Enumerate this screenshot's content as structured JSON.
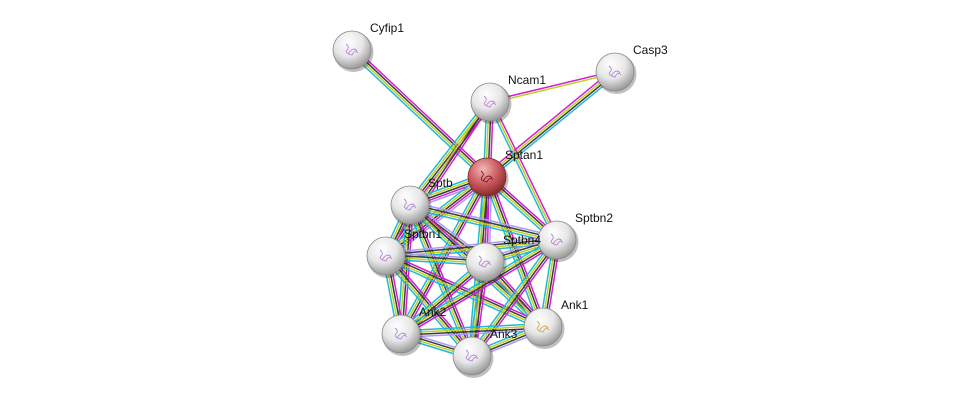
{
  "network": {
    "query_node": "Sptan1",
    "evidence_colors": {
      "cyan": "#22b8d8",
      "magenta": "#d21ed2",
      "black": "#3c3c3c",
      "yellow": "#bdd21e",
      "lavender": "#a99cf2"
    },
    "node_colors": {
      "default": "#e8e8e8",
      "query": "#c9545a"
    },
    "nodes": [
      {
        "name": "Cyfip1"
      },
      {
        "name": "Casp3"
      },
      {
        "name": "Ncam1"
      },
      {
        "name": "Sptan1"
      },
      {
        "name": "Sptb"
      },
      {
        "name": "Sptbn2"
      },
      {
        "name": "Sptbn1"
      },
      {
        "name": "Sptbn4"
      },
      {
        "name": "Ank1"
      },
      {
        "name": "Ank2"
      },
      {
        "name": "Ank3"
      }
    ],
    "edges": [
      {
        "a": "Cyfip1",
        "b": "Sptan1",
        "ev": [
          "magenta",
          "black",
          "yellow",
          "cyan"
        ]
      },
      {
        "a": "Casp3",
        "b": "Ncam1",
        "ev": [
          "yellow",
          "magenta"
        ]
      },
      {
        "a": "Casp3",
        "b": "Sptan1",
        "ev": [
          "cyan",
          "black",
          "yellow",
          "magenta"
        ]
      },
      {
        "a": "Ncam1",
        "b": "Sptan1",
        "ev": [
          "magenta",
          "black",
          "yellow",
          "cyan"
        ]
      },
      {
        "a": "Ncam1",
        "b": "Sptb",
        "ev": [
          "magenta",
          "black",
          "yellow",
          "cyan"
        ]
      },
      {
        "a": "Ncam1",
        "b": "Sptbn1",
        "ev": [
          "magenta",
          "black",
          "yellow"
        ]
      },
      {
        "a": "Ncam1",
        "b": "Sptbn2",
        "ev": [
          "magenta",
          "yellow",
          "cyan"
        ]
      },
      {
        "a": "Sptan1",
        "b": "Sptb",
        "ev": [
          "lavender",
          "magenta",
          "black",
          "yellow",
          "cyan"
        ]
      },
      {
        "a": "Sptan1",
        "b": "Sptbn1",
        "ev": [
          "lavender",
          "magenta",
          "black",
          "yellow",
          "cyan"
        ]
      },
      {
        "a": "Sptan1",
        "b": "Sptbn2",
        "ev": [
          "magenta",
          "black",
          "yellow",
          "cyan"
        ]
      },
      {
        "a": "Sptan1",
        "b": "Sptbn4",
        "ev": [
          "lavender",
          "magenta",
          "black",
          "yellow",
          "cyan"
        ]
      },
      {
        "a": "Sptan1",
        "b": "Ank1",
        "ev": [
          "magenta",
          "black",
          "yellow",
          "cyan"
        ]
      },
      {
        "a": "Sptan1",
        "b": "Ank2",
        "ev": [
          "magenta",
          "black",
          "yellow",
          "cyan"
        ]
      },
      {
        "a": "Sptan1",
        "b": "Ank3",
        "ev": [
          "magenta",
          "black",
          "yellow",
          "cyan"
        ]
      },
      {
        "a": "Sptb",
        "b": "Sptbn1",
        "ev": [
          "magenta",
          "black",
          "yellow",
          "cyan"
        ]
      },
      {
        "a": "Sptb",
        "b": "Sptbn2",
        "ev": [
          "lavender",
          "black",
          "yellow",
          "cyan"
        ]
      },
      {
        "a": "Sptb",
        "b": "Sptbn4",
        "ev": [
          "lavender",
          "black",
          "yellow",
          "cyan"
        ]
      },
      {
        "a": "Sptb",
        "b": "Ank1",
        "ev": [
          "magenta",
          "black",
          "yellow",
          "cyan"
        ]
      },
      {
        "a": "Sptb",
        "b": "Ank2",
        "ev": [
          "magenta",
          "black",
          "yellow",
          "cyan"
        ]
      },
      {
        "a": "Sptb",
        "b": "Ank3",
        "ev": [
          "magenta",
          "black",
          "yellow",
          "cyan"
        ]
      },
      {
        "a": "Sptbn1",
        "b": "Sptbn2",
        "ev": [
          "lavender",
          "black",
          "yellow",
          "cyan"
        ]
      },
      {
        "a": "Sptbn1",
        "b": "Sptbn4",
        "ev": [
          "lavender",
          "black",
          "yellow",
          "cyan"
        ]
      },
      {
        "a": "Sptbn1",
        "b": "Ank1",
        "ev": [
          "magenta",
          "black",
          "yellow",
          "cyan"
        ]
      },
      {
        "a": "Sptbn1",
        "b": "Ank2",
        "ev": [
          "magenta",
          "black",
          "yellow",
          "cyan"
        ]
      },
      {
        "a": "Sptbn1",
        "b": "Ank3",
        "ev": [
          "magenta",
          "black",
          "yellow",
          "cyan"
        ]
      },
      {
        "a": "Sptbn4",
        "b": "Sptbn2",
        "ev": [
          "lavender",
          "black",
          "yellow",
          "cyan"
        ]
      },
      {
        "a": "Sptbn4",
        "b": "Ank1",
        "ev": [
          "magenta",
          "black",
          "yellow",
          "cyan"
        ]
      },
      {
        "a": "Sptbn4",
        "b": "Ank2",
        "ev": [
          "magenta",
          "black",
          "yellow",
          "cyan"
        ]
      },
      {
        "a": "Sptbn4",
        "b": "Ank3",
        "ev": [
          "magenta",
          "black",
          "yellow",
          "cyan"
        ]
      },
      {
        "a": "Sptbn2",
        "b": "Ank1",
        "ev": [
          "magenta",
          "black",
          "yellow",
          "cyan"
        ]
      },
      {
        "a": "Sptbn2",
        "b": "Ank2",
        "ev": [
          "magenta",
          "black",
          "yellow",
          "cyan"
        ]
      },
      {
        "a": "Sptbn2",
        "b": "Ank3",
        "ev": [
          "magenta",
          "black",
          "yellow",
          "cyan"
        ]
      },
      {
        "a": "Ank1",
        "b": "Ank2",
        "ev": [
          "lavender",
          "black",
          "yellow",
          "cyan"
        ]
      },
      {
        "a": "Ank1",
        "b": "Ank3",
        "ev": [
          "lavender",
          "black",
          "yellow",
          "cyan"
        ]
      },
      {
        "a": "Ank2",
        "b": "Ank3",
        "ev": [
          "lavender",
          "black",
          "yellow",
          "cyan"
        ]
      }
    ]
  }
}
